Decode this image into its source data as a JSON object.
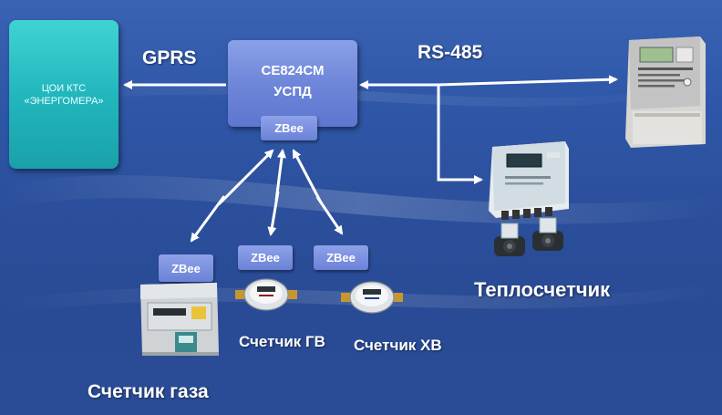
{
  "colors": {
    "background": "#2d54a3",
    "server_box": "#2bc0c4",
    "uspd_box": "#7089d9",
    "zbee_box": "#7a8fdf",
    "arrows": "#ffffff",
    "text": "#ffffff"
  },
  "server": {
    "line1": "ЦОИ КТС",
    "line2": "«ЭНЕРГОМЕРА»"
  },
  "uspd": {
    "line1": "СЕ824СМ",
    "line2": "УСПД"
  },
  "links": {
    "gprs": "GPRS",
    "rs485": "RS-485"
  },
  "zbee_label": "ZBee",
  "devices": {
    "electricity_meter": {
      "icon": "electricity-meter-icon"
    },
    "heat_meter": {
      "label": "Теплосчетчик",
      "icon": "heat-calculator-icon"
    },
    "hot_water_meter": {
      "label": "Счетчик ГВ",
      "icon": "water-meter-icon"
    },
    "cold_water_meter": {
      "label": "Счетчик ХВ",
      "icon": "water-meter-icon"
    },
    "gas_meter": {
      "label": "Счетчик  газа",
      "icon": "gas-meter-icon"
    }
  }
}
